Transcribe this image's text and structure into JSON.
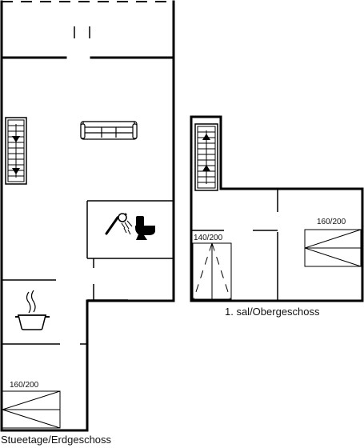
{
  "floors": {
    "ground": {
      "label": "Stueetage/Erdgeschoss"
    },
    "upper": {
      "label": "1. sal/Obergeschoss"
    }
  },
  "beds": {
    "ground_bed": {
      "label": "160/200"
    },
    "upper_left_bed": {
      "label": "140/200"
    },
    "upper_right_bed": {
      "label": "160/200"
    }
  },
  "icons": [
    "sofa-icon",
    "stairs-down-icon",
    "stairs-up-icon",
    "shower-icon",
    "toilet-icon",
    "cooking-pot-icon",
    "bed-icon"
  ],
  "colors": {
    "wall": "#000000",
    "line": "#333333",
    "background": "#ffffff"
  }
}
